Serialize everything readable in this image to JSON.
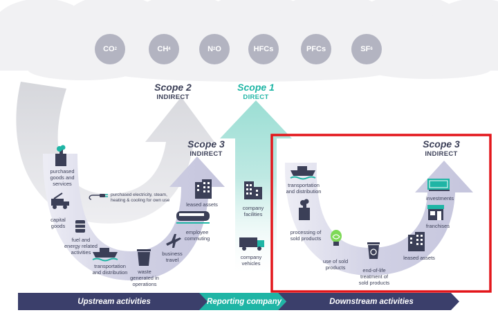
{
  "gases": [
    {
      "base": "CO",
      "sub": "2"
    },
    {
      "base": "CH",
      "sub": "4"
    },
    {
      "base": "N",
      "sub": "2",
      "tail": "O"
    },
    {
      "base": "HFCs",
      "sub": ""
    },
    {
      "base": "PFCs",
      "sub": ""
    },
    {
      "base": "SF",
      "sub": "6"
    }
  ],
  "scopes": {
    "scope2": {
      "title": "Scope 2",
      "sub": "INDIRECT"
    },
    "scope1": {
      "title": "Scope 1",
      "sub": "DIRECT"
    },
    "scope3_up": {
      "title": "Scope 3",
      "sub": "INDIRECT"
    },
    "scope3_down": {
      "title": "Scope 3",
      "sub": "INDIRECT"
    }
  },
  "upstream_labels": {
    "purchased_goods": "purchased\ngoods and\nservices",
    "capital_goods": "capital\ngoods",
    "fuel_energy": "fuel and\nenergy related\nactivities",
    "transport_up": "transportation\nand distribution",
    "waste": "waste\ngenerated in\noperations",
    "business_travel": "business\ntravel",
    "employee_commuting": "employee\ncommuting",
    "leased_assets_up": "leased assets",
    "purchased_electricity": "purchased electricity, steam,\nheating & cooling for own use"
  },
  "company_labels": {
    "facilities": "company\nfacilities",
    "vehicles": "company\nvehicles"
  },
  "downstream_labels": {
    "transport_down": "transportation\nand distribution",
    "processing": "processing of\nsold products",
    "use": "use of sold\nproducts",
    "end_of_life": "end-of-life\ntreatment of\nsold products",
    "leased_assets_down": "leased assets",
    "franchises": "franchises",
    "investments": "investments"
  },
  "bands": {
    "upstream": "Upstream activities",
    "reporting": "Reporting company",
    "downstream": "Downstream activities"
  },
  "colors": {
    "navy": "#3b3f6b",
    "teal": "#1fb5a5",
    "highlight": "#e3161b"
  }
}
